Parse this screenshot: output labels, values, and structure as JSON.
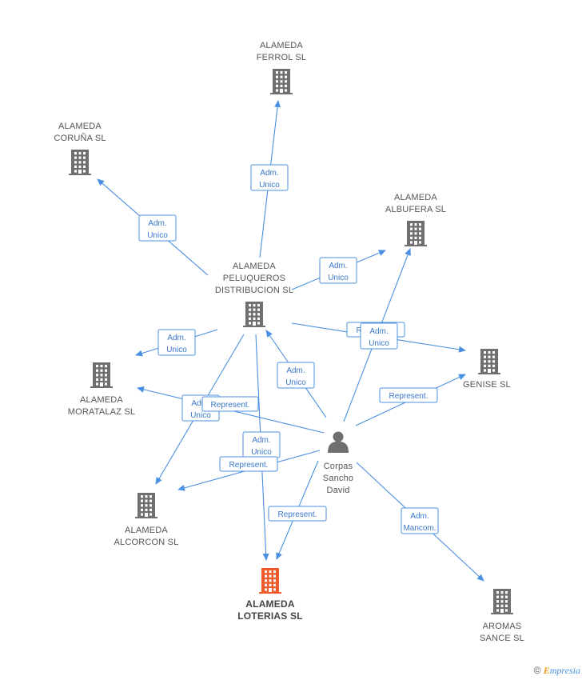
{
  "colors": {
    "edge": "#4a90e2",
    "building": "#6f6f6f",
    "building_focus": "#f05a28",
    "person": "#6f6f6f"
  },
  "nodes": [
    {
      "id": "ferrol",
      "type": "company",
      "icon": "building-icon",
      "lines": [
        "ALAMEDA",
        "FERROL SL"
      ]
    },
    {
      "id": "coruna",
      "type": "company",
      "icon": "building-icon",
      "lines": [
        "ALAMEDA",
        "CORUÑA SL"
      ]
    },
    {
      "id": "albufera",
      "type": "company",
      "icon": "building-icon",
      "lines": [
        "ALAMEDA",
        "ALBUFERA SL"
      ]
    },
    {
      "id": "peluqueros",
      "type": "company",
      "icon": "building-icon",
      "lines": [
        "ALAMEDA",
        "PELUQUEROS",
        "DISTRIBUCION SL"
      ]
    },
    {
      "id": "genise",
      "type": "company",
      "icon": "building-icon",
      "lines": [
        "GENISE SL"
      ]
    },
    {
      "id": "moratalaz",
      "type": "company",
      "icon": "building-icon",
      "lines": [
        "ALAMEDA",
        "MORATALAZ SL"
      ]
    },
    {
      "id": "corpas",
      "type": "person",
      "icon": "person-icon",
      "lines": [
        "Corpas",
        "Sancho",
        "David"
      ]
    },
    {
      "id": "alcorcon",
      "type": "company",
      "icon": "building-icon",
      "lines": [
        "ALAMEDA",
        "ALCORCON SL"
      ]
    },
    {
      "id": "loterias",
      "type": "company",
      "icon": "building-icon",
      "focus": true,
      "lines": [
        "ALAMEDA",
        "LOTERIAS SL"
      ]
    },
    {
      "id": "aromas",
      "type": "company",
      "icon": "building-icon",
      "lines": [
        "AROMAS",
        "SANCE  SL"
      ]
    }
  ],
  "edges": [
    {
      "id": "pel-ferrol",
      "lines": [
        "Adm.",
        "Unico"
      ]
    },
    {
      "id": "pel-coruna",
      "lines": [
        "Adm.",
        "Unico"
      ]
    },
    {
      "id": "pel-albufera",
      "lines": [
        "Adm.",
        "Unico"
      ]
    },
    {
      "id": "pel-moratalaz",
      "lines": [
        "Adm.",
        "Unico"
      ]
    },
    {
      "id": "pel-alcorcon",
      "lines": [
        "Adm.",
        "Unico"
      ]
    },
    {
      "id": "pel-loterias",
      "lines": [
        "Adm.",
        "Unico"
      ]
    },
    {
      "id": "pel-genise",
      "lines": [
        "Represent."
      ]
    },
    {
      "id": "cor-pel",
      "lines": [
        "Adm.",
        "Unico"
      ]
    },
    {
      "id": "cor-albufera",
      "lines": [
        "Adm.",
        "Unico"
      ]
    },
    {
      "id": "cor-genise",
      "lines": [
        "Represent."
      ]
    },
    {
      "id": "cor-moratalaz",
      "lines": [
        "Represent."
      ]
    },
    {
      "id": "cor-alcorcon",
      "lines": [
        "Represent."
      ]
    },
    {
      "id": "cor-loterias",
      "lines": [
        "Represent."
      ]
    },
    {
      "id": "cor-aromas",
      "lines": [
        "Adm.",
        "Mancom."
      ]
    }
  ],
  "footer": {
    "copyright": "©",
    "brand_e": "E",
    "brand_rest": "mpresia"
  }
}
